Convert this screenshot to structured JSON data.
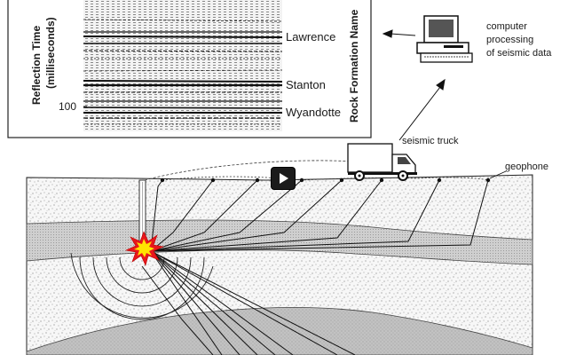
{
  "seismogram": {
    "y_axis_label_line1": "Reflection Time",
    "y_axis_label_line2": "(milliseconds)",
    "tick_100": "100",
    "side_label": "Rock Formation Name",
    "formations": [
      "Lawrence",
      "Stanton",
      "Wyandotte"
    ]
  },
  "computer": {
    "caption_line1": "computer",
    "caption_line2": "processing",
    "caption_line3": "of seismic data",
    "icon": "computer-icon"
  },
  "truck": {
    "label": "seismic truck",
    "icon": "truck-icon"
  },
  "geophone_label": "geophone",
  "explosion": {
    "icon": "explosion-icon",
    "color": "#e8161c",
    "core_color": "#ffe400"
  },
  "video_overlay": {
    "icon": "play-icon"
  }
}
